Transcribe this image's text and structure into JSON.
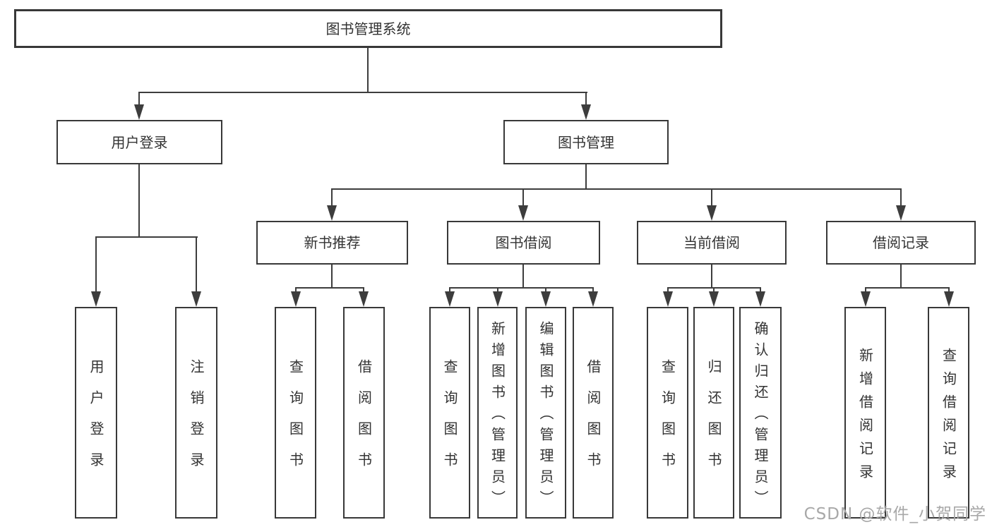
{
  "diagram": {
    "root": {
      "label": "图书管理系统"
    },
    "level2": [
      {
        "label": "用户登录"
      },
      {
        "label": "图书管理"
      }
    ],
    "level3": [
      {
        "label": "新书推荐"
      },
      {
        "label": "图书借阅"
      },
      {
        "label": "当前借阅"
      },
      {
        "label": "借阅记录"
      }
    ],
    "leaves": {
      "user_login": [
        {
          "label": "用户登录"
        },
        {
          "label": "注销登录"
        }
      ],
      "new_book_recommend": [
        {
          "label": "查询图书"
        },
        {
          "label": "借阅图书"
        }
      ],
      "book_borrow": [
        {
          "label": "查询图书"
        },
        {
          "label": "新增图书（管理员）"
        },
        {
          "label": "编辑图书（管理员）"
        },
        {
          "label": "借阅图书"
        }
      ],
      "current_borrow": [
        {
          "label": "查询图书"
        },
        {
          "label": "归还图书"
        },
        {
          "label": "确认归还（管理员）"
        }
      ],
      "borrow_records": [
        {
          "label": "新增借阅记录"
        },
        {
          "label": "查询借阅记录"
        }
      ]
    },
    "watermark": "CSDN @软件_小贺同学",
    "colors": {
      "line": "#3d3d3d",
      "border": "#383838",
      "text": "#333333",
      "watermark": "#a8a8a8",
      "background": "#ffffff"
    }
  }
}
